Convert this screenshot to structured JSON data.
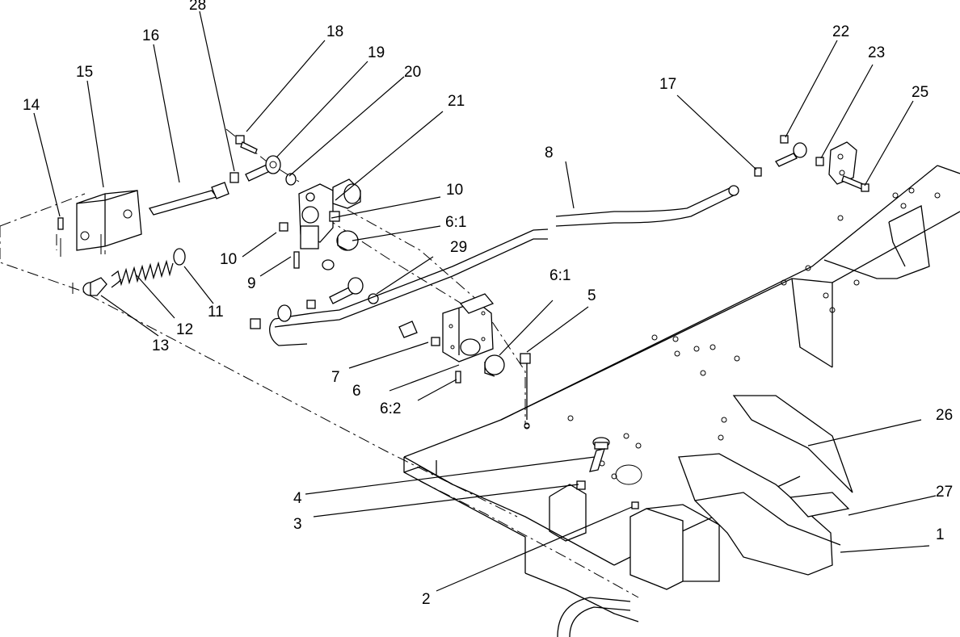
{
  "diagram": {
    "callouts": [
      {
        "id": "c1",
        "text": "1"
      },
      {
        "id": "c2",
        "text": "2"
      },
      {
        "id": "c3",
        "text": "3"
      },
      {
        "id": "c4",
        "text": "4"
      },
      {
        "id": "c5",
        "text": "5"
      },
      {
        "id": "c6",
        "text": "6"
      },
      {
        "id": "c61a",
        "text": "6:1"
      },
      {
        "id": "c61b",
        "text": "6:1"
      },
      {
        "id": "c62",
        "text": "6:2"
      },
      {
        "id": "c7",
        "text": "7"
      },
      {
        "id": "c8",
        "text": "8"
      },
      {
        "id": "c9",
        "text": "9"
      },
      {
        "id": "c10a",
        "text": "10"
      },
      {
        "id": "c10b",
        "text": "10"
      },
      {
        "id": "c11",
        "text": "11"
      },
      {
        "id": "c12",
        "text": "12"
      },
      {
        "id": "c13",
        "text": "13"
      },
      {
        "id": "c14",
        "text": "14"
      },
      {
        "id": "c15",
        "text": "15"
      },
      {
        "id": "c16",
        "text": "16"
      },
      {
        "id": "c17",
        "text": "17"
      },
      {
        "id": "c18",
        "text": "18"
      },
      {
        "id": "c19",
        "text": "19"
      },
      {
        "id": "c20",
        "text": "20"
      },
      {
        "id": "c21",
        "text": "21"
      },
      {
        "id": "c22",
        "text": "22"
      },
      {
        "id": "c23",
        "text": "23"
      },
      {
        "id": "c25",
        "text": "25"
      },
      {
        "id": "c26",
        "text": "26"
      },
      {
        "id": "c27",
        "text": "27"
      },
      {
        "id": "c28",
        "text": "28"
      },
      {
        "id": "c29",
        "text": "29"
      }
    ]
  }
}
